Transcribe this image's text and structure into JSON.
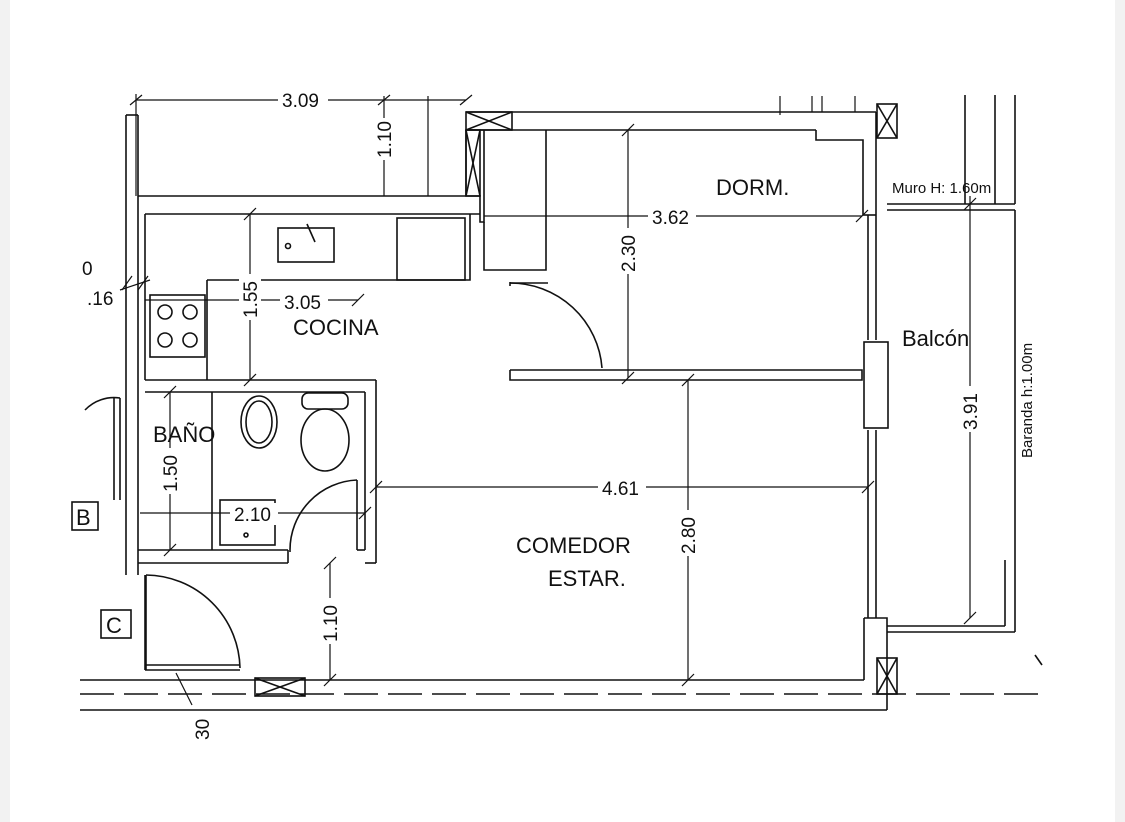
{
  "rooms": {
    "dorm": "DORM.",
    "cocina": "COCINA",
    "bano": "BAÑO",
    "balcon": "Balcón",
    "comedor_line1": "COMEDOR",
    "comedor_line2": "ESTAR."
  },
  "notes": {
    "muro": "Muro H: 1.60m",
    "baranda": "Baranda h:1.00m"
  },
  "dimensions": {
    "top_width": "3.09",
    "closet_depth": "1.10",
    "dorm_width": "3.62",
    "dorm_depth": "2.30",
    "kitchen_depth": "1.55",
    "kitchen_width": "3.05",
    "bath_depth": "1.50",
    "bath_width": "2.10",
    "living_width": "4.61",
    "living_depth": "2.80",
    "balcony_depth": "3.91",
    "entry_depth": "1.10",
    "edge_left_a": "0",
    "edge_left_b": ".16",
    "edge_bottom": "30"
  },
  "tags": {
    "b": "B",
    "c": "C"
  }
}
